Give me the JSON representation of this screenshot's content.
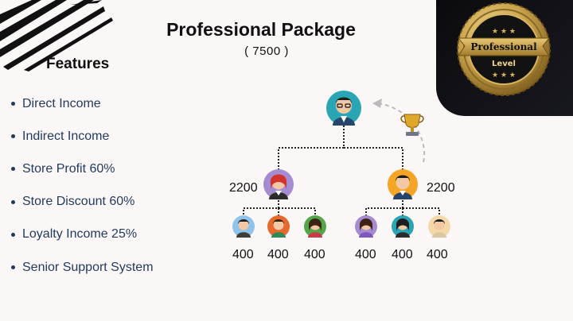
{
  "header": {
    "title": "Professional Package",
    "price": "( 7500 )"
  },
  "features": {
    "heading": "Features",
    "items": [
      "Direct Income",
      "Indirect Income",
      "Store Profit 60%",
      "Store Discount 60%",
      "Loyalty Income 25%",
      "Senior Support System"
    ]
  },
  "badge": {
    "line1": "Professional",
    "line2": "Level"
  },
  "tree": {
    "left_amount": "2200",
    "right_amount": "2200",
    "left_children": [
      "400",
      "400",
      "400"
    ],
    "right_children": [
      "400",
      "400",
      "400"
    ]
  },
  "colors": {
    "background": "#fbf7f7",
    "text_blue": "#1f3a5e",
    "badge_gold": "#c9a24a",
    "top_avatar_bg": "#2aa5b3",
    "left_avatar_bg": "#a58bd0",
    "right_avatar_bg": "#f4a524"
  }
}
